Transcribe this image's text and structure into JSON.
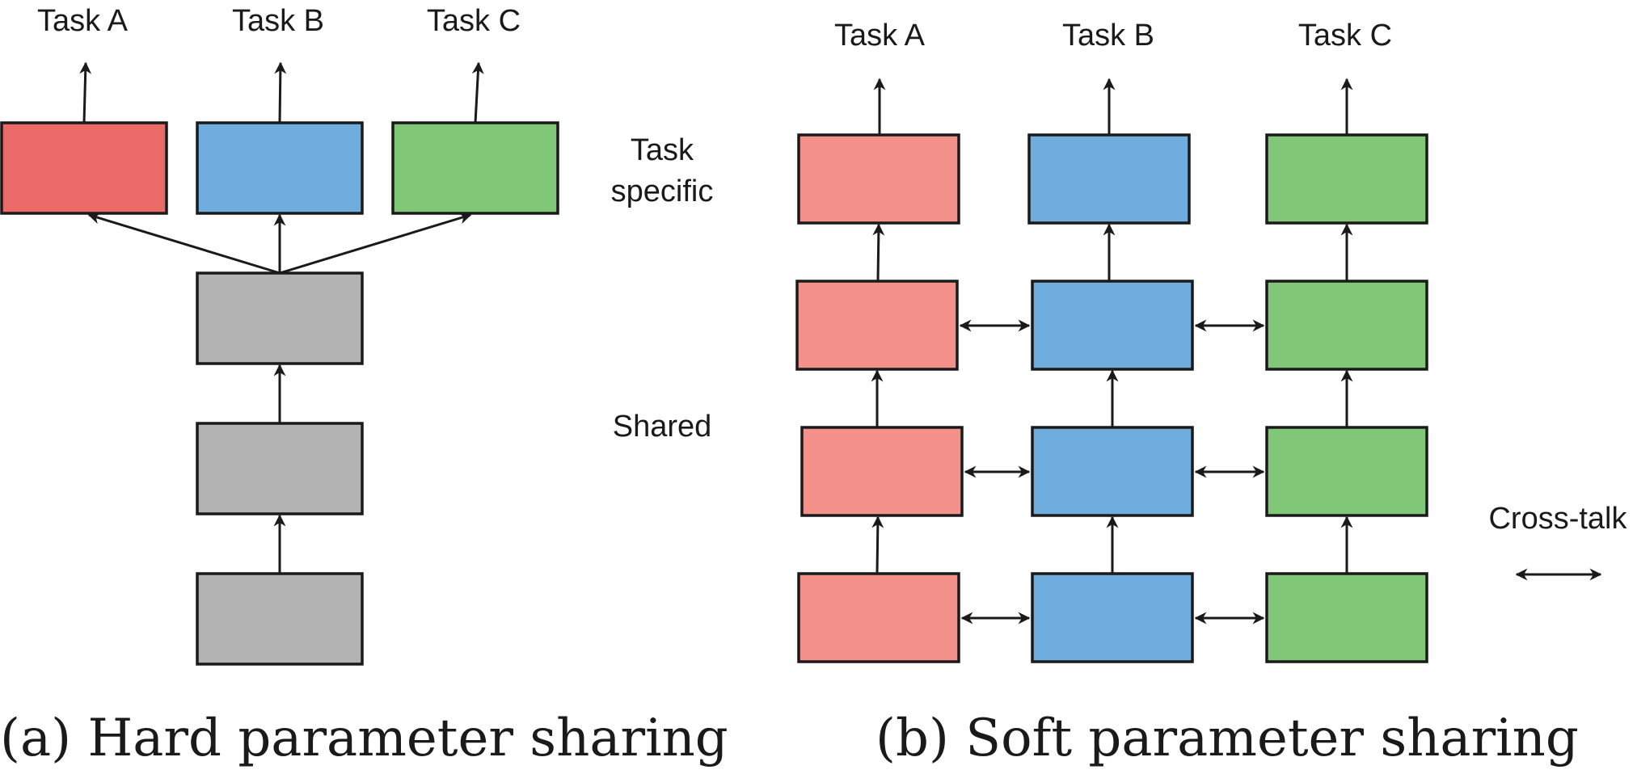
{
  "colors": {
    "hard_task_a": "#EA6A67",
    "task_a": "#F4908A",
    "task_b": "#6FADDE",
    "task_c": "#80C877",
    "shared": "#B3B3B3",
    "stroke": "#1A1A1A"
  },
  "hard": {
    "task_labels": [
      "Task A",
      "Task B",
      "Task C"
    ],
    "caption": "(a) Hard parameter sharing"
  },
  "soft": {
    "task_labels": [
      "Task A",
      "Task B",
      "Task C"
    ],
    "caption": "(b) Soft parameter sharing"
  },
  "side_labels": {
    "task_specific_line1": "Task",
    "task_specific_line2": "specific",
    "shared": "Shared"
  },
  "legend": {
    "cross_talk": "Cross-talk"
  }
}
